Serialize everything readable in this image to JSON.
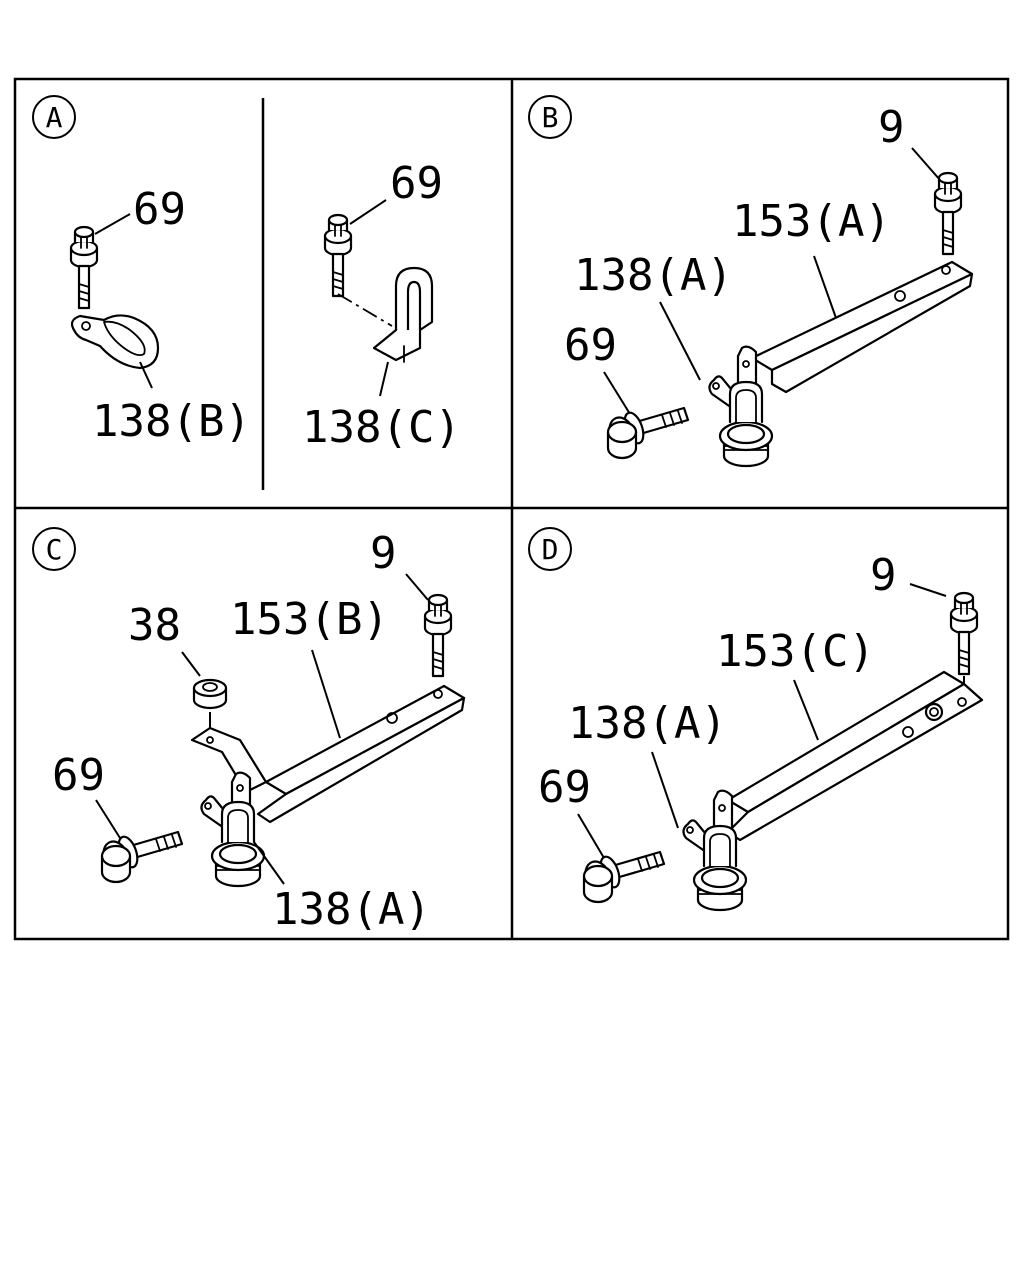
{
  "panels": {
    "a": {
      "circle_letter": "A",
      "label_69_left": "69",
      "label_138b": "138(B)",
      "label_69_right": "69",
      "label_138c": "138(C)"
    },
    "b": {
      "circle_letter": "B",
      "label_9": "9",
      "label_153a": "153(A)",
      "label_138a": "138(A)",
      "label_69": "69"
    },
    "c": {
      "circle_letter": "C",
      "label_9": "9",
      "label_38": "38",
      "label_153b": "153(B)",
      "label_69": "69",
      "label_138a": "138(A)"
    },
    "d": {
      "circle_letter": "D",
      "label_9": "9",
      "label_153c": "153(C)",
      "label_138a": "138(A)",
      "label_69": "69"
    }
  }
}
